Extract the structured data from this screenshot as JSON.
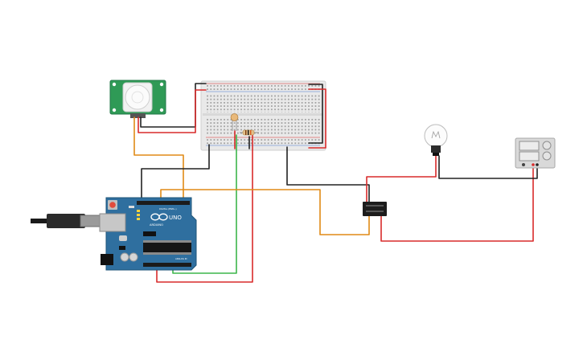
{
  "components": {
    "arduino": {
      "model": "UNO",
      "brand": "ARDUINO",
      "digital_label": "DIGITAL (PWM~)",
      "analog_label": "ANALOG IN"
    },
    "pir_sensor": {},
    "breadboard": {},
    "photoresistor": {},
    "resistor": {},
    "relay": {},
    "lamp": {},
    "power_supply": {}
  },
  "colors": {
    "arduino_board": "#2f6f9f",
    "pir_board": "#2f9a56",
    "breadboard": "#e9e9e9",
    "wire_red": "#d92b2b",
    "wire_black": "#222222",
    "wire_orange": "#e08a16",
    "wire_green": "#3cb54a",
    "relay": "#1c1c1c",
    "power_supply": "#d9d9d9"
  }
}
